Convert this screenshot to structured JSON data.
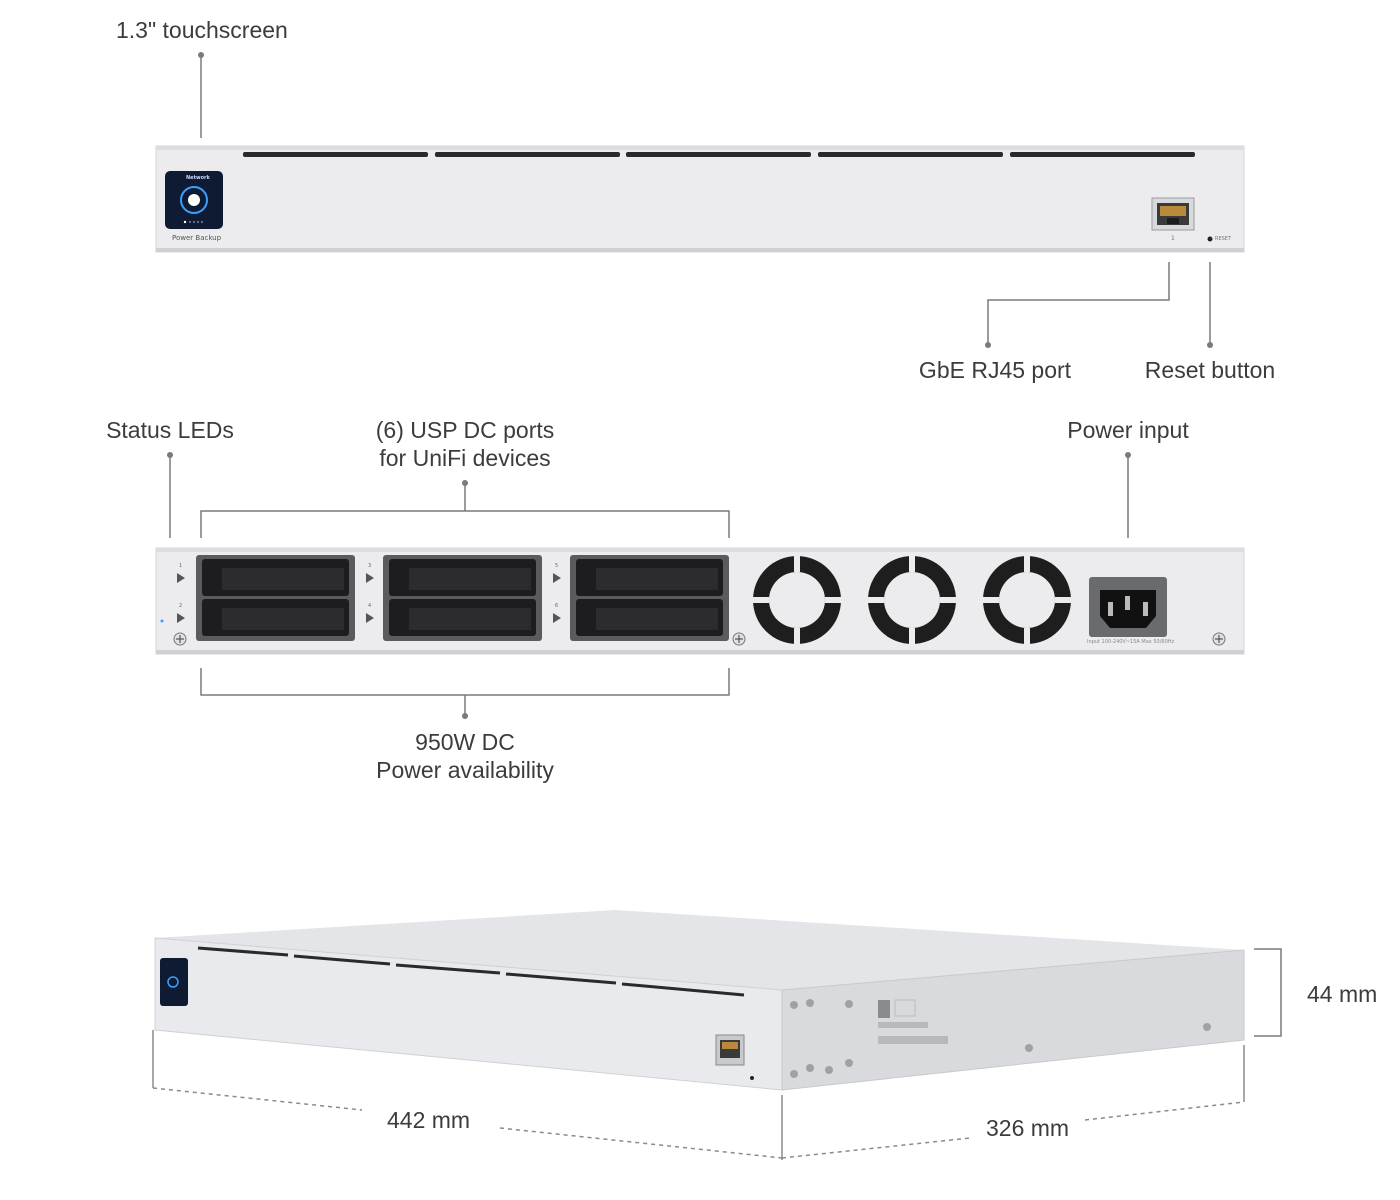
{
  "front_labels": {
    "touchscreen": "1.3\" touchscreen",
    "rj45": "GbE RJ45 port",
    "reset": "Reset button"
  },
  "front_panel": {
    "screen_text": "Network",
    "screen_caption": "Power Backup",
    "port_number": "1",
    "reset_text": "RESET"
  },
  "rear_labels": {
    "status_leds": "Status LEDs",
    "usp_ports_line1": "(6) USP DC ports",
    "usp_ports_line2": "for UniFi devices",
    "power_input": "Power input",
    "dc_line1": "950W DC",
    "dc_line2": "Power availability"
  },
  "rear_panel": {
    "port_numbers": [
      "1",
      "2",
      "3",
      "4",
      "5",
      "6"
    ],
    "power_rating": "Input 100-240V~15A Max 50/60Hz"
  },
  "dimensions": {
    "height": "44 mm",
    "width": "442 mm",
    "depth": "326 mm"
  },
  "colors": {
    "chassis": "#e9eaec",
    "leader_line": "#7a7a7a",
    "screen": "#0f1a33",
    "screen_ring": "#3aa0ff",
    "vent": "#2a2a2a"
  }
}
